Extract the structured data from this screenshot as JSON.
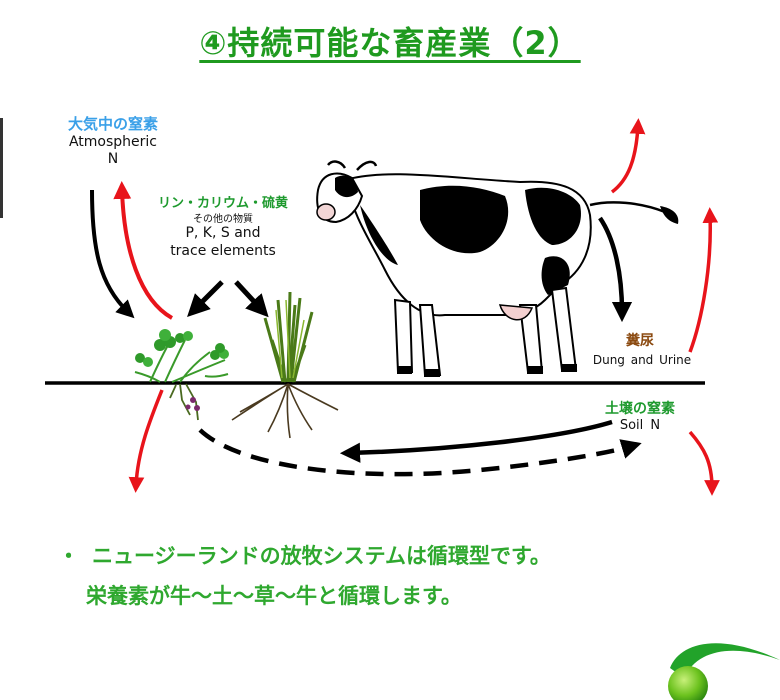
{
  "title": "④持続可能な畜産業（2）",
  "labels": {
    "atm_jp": "大気中の窒素",
    "atm_en_1": "Atmospheric",
    "atm_en_2": "N",
    "pks_jp": "リン・カリウム・硫黄",
    "pks_small": "その他の物質",
    "pks_en_1": "P, K, S  and",
    "pks_en_2": "trace elements",
    "dung_jp": "糞尿",
    "dung_en": "Dung and Urine",
    "soil_jp": "土壌の窒素",
    "soil_en": "Soil N"
  },
  "body": {
    "bullet": "・",
    "line1": "ニュージーランドの放牧システムは循環型です。",
    "line2": "栄養素が牛～土～草～牛と循環します。"
  },
  "colors": {
    "title": "#1f9a1f",
    "body_text": "#2fa82f",
    "red_arrow": "#e8141b",
    "black_arrow": "#000000",
    "atm_label": "#3aa0e8",
    "dung_label": "#8b4a10",
    "soil_label": "#1e9a2e"
  },
  "icons": [
    "cow-illustration",
    "clover-plant-icon",
    "grass-plant-icon",
    "logo-swoosh-icon"
  ]
}
